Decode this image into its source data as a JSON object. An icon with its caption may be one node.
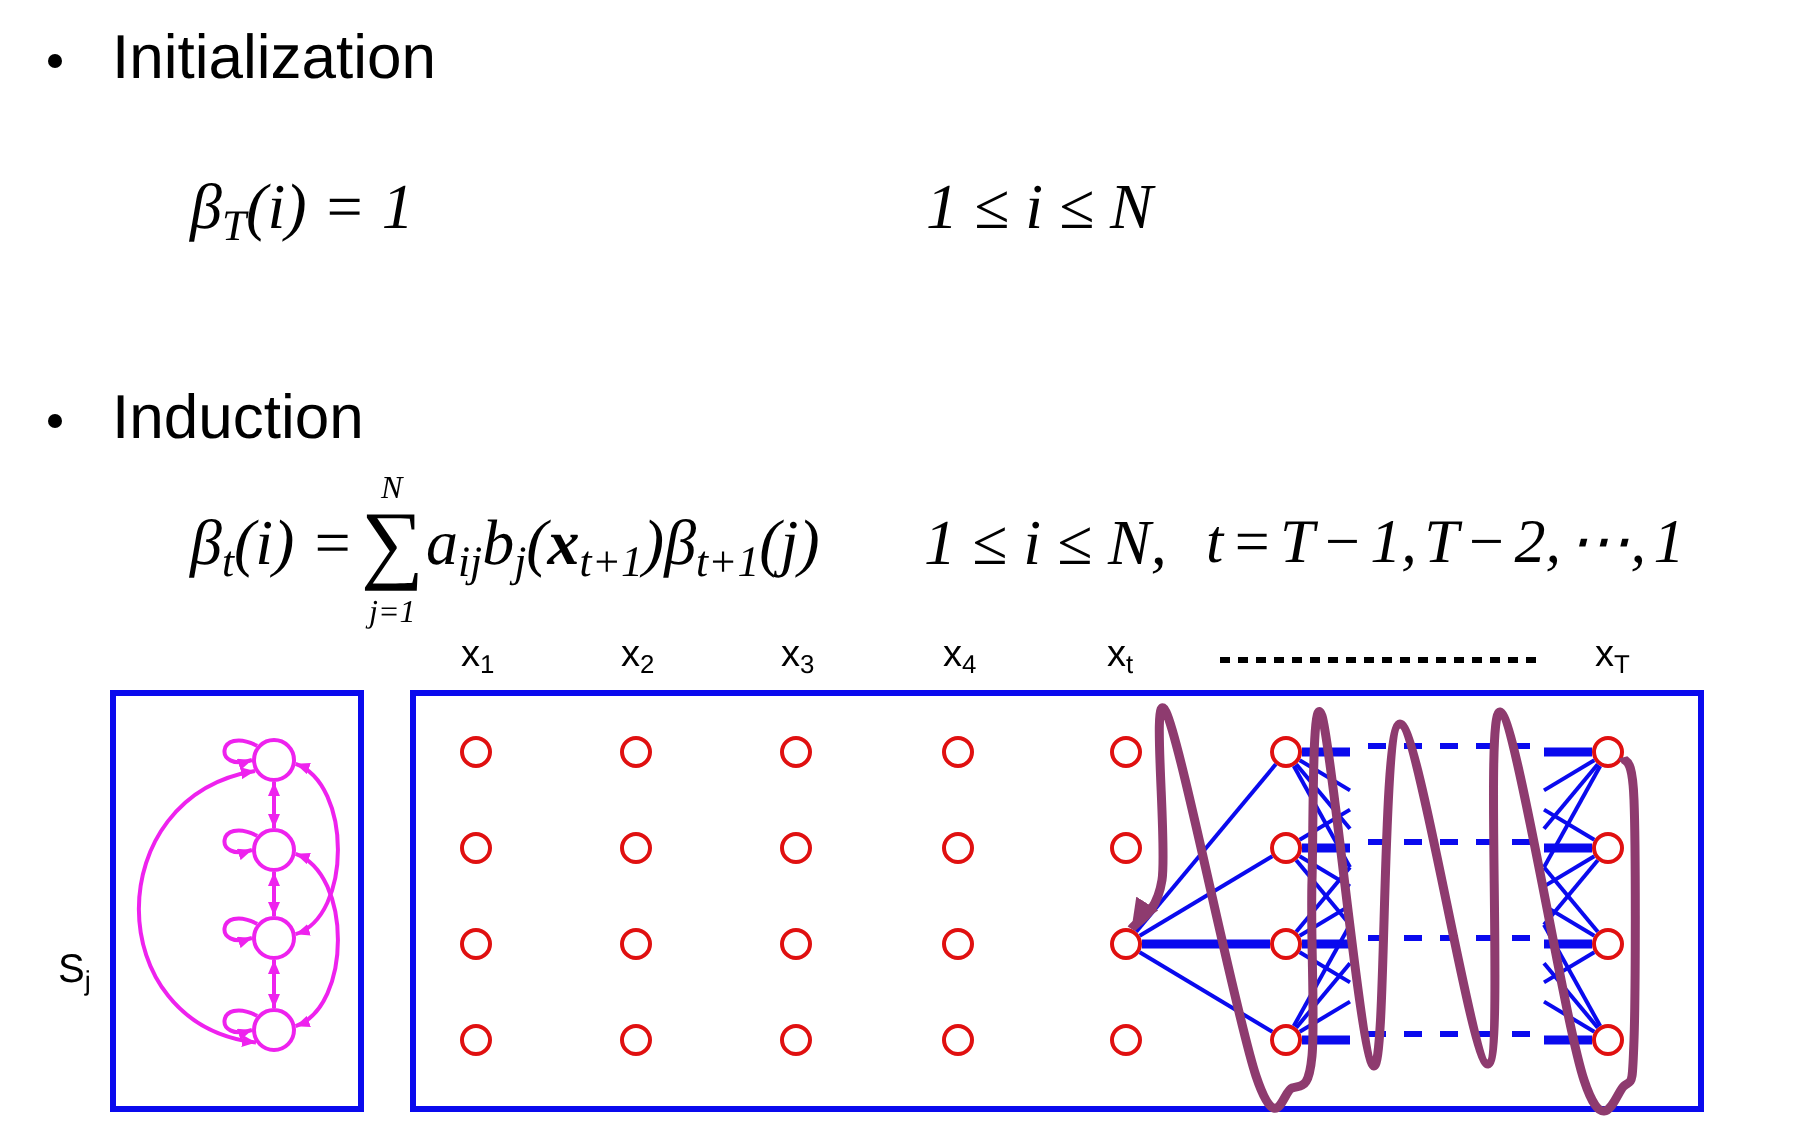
{
  "diagram": {
    "nodes": [
      {
        "text": [],
        "shape": "box"
      },
      {
        "text": [],
        "shape": "circle",
        "in": 0
      },
      {
        "text": [],
        "shape": "circle",
        "in": 0
      },
      {
        "text": [],
        "shape": "circle",
        "in": 0
      },
      {
        "text": [],
        "shape": "circle",
        "in": 0
      },
      {
        "text": [],
        "shape": "box"
      },
      {
        "text": [],
        "shape": "circle",
        "in": 5
      },
      {
        "text": [],
        "shape": "circle",
        "in": 5
      },
      {
        "text": [],
        "shape": "circle",
        "in": 5
      },
      {
        "text": [],
        "shape": "circle",
        "in": 5
      },
      {
        "text": [],
        "shape": "circle",
        "in": 5
      },
      {
        "text": [],
        "shape": "circle",
        "in": 5
      },
      {
        "text": [],
        "shape": "circle",
        "in": 5
      },
      {
        "text": [],
        "shape": "circle",
        "in": 5
      },
      {
        "text": [],
        "shape": "circle",
        "in": 5
      },
      {
        "text": [],
        "shape": "circle",
        "in": 5
      },
      {
        "text": [],
        "shape": "circle",
        "in": 5
      },
      {
        "text": [],
        "shape": "circle",
        "in": 5
      },
      {
        "text": [],
        "shape": "circle",
        "in": 5
      },
      {
        "text": [],
        "shape": "circle",
        "in": 5
      },
      {
        "text": [],
        "shape": "circle",
        "in": 5
      },
      {
        "text": [],
        "shape": "circle",
        "in": 5
      },
      {
        "text": [],
        "shape": "circle",
        "in": 5
      },
      {
        "text": [],
        "shape": "circle",
        "in": 5
      },
      {
        "text": [],
        "shape": "circle",
        "in": 5
      },
      {
        "text": [],
        "shape": "circle",
        "in": 5
      },
      {
        "text": [],
        "shape": "circle",
        "in": 5
      },
      {
        "text": [],
        "shape": "circle",
        "in": 5
      },
      {
        "text": [],
        "shape": "circle",
        "in": 5
      },
      {
        "text": [],
        "shape": "circle",
        "in": 5
      },
      {
        "text": [],
        "shape": "circle",
        "in": 5
      },
      {
        "text": [],
        "shape": "circle",
        "in": 5
      },
      {
        "text": [],
        "shape": "circle",
        "in": 5
      },
      {
        "text": [],
        "shape": "circle",
        "in": 5
      }
    ],
    "edges": [
      {
        "from": 1,
        "to": 1,
        "arrow": "to",
        "color": "#ee22ee"
      },
      {
        "from": 2,
        "to": 2,
        "arrow": "to",
        "color": "#ee22ee"
      },
      {
        "from": 3,
        "to": 3,
        "arrow": "to",
        "color": "#ee22ee"
      },
      {
        "from": 4,
        "to": 4,
        "arrow": "to",
        "color": "#ee22ee"
      },
      {
        "from": 1,
        "to": 2,
        "arrow": "both",
        "color": "#ee22ee"
      },
      {
        "from": 2,
        "to": 3,
        "arrow": "both",
        "color": "#ee22ee"
      },
      {
        "from": 3,
        "to": 4,
        "arrow": "both",
        "color": "#ee22ee"
      },
      {
        "from": 1,
        "to": 4,
        "arrow": "both",
        "color": "#ee22ee"
      },
      {
        "from": 1,
        "to": 3,
        "arrow": "both",
        "color": "#ee22ee"
      },
      {
        "from": 2,
        "to": 4,
        "arrow": "both",
        "color": "#ee22ee"
      },
      {
        "from": 24,
        "to": 26,
        "arrow": "none"
      },
      {
        "from": 24,
        "to": 27,
        "arrow": "none"
      },
      {
        "from": 24,
        "to": 28,
        "arrow": "none",
        "style": "thick"
      },
      {
        "from": 24,
        "to": 29,
        "arrow": "none"
      },
      {
        "from": 26,
        "to": null,
        "arrow": "none",
        "style": "thick"
      },
      {
        "from": 26,
        "to": null,
        "arrow": "none"
      },
      {
        "from": 26,
        "to": null,
        "arrow": "none"
      },
      {
        "from": 26,
        "to": null,
        "arrow": "none"
      },
      {
        "from": 27,
        "to": null,
        "arrow": "none"
      },
      {
        "from": 27,
        "to": null,
        "arrow": "none",
        "style": "thick"
      },
      {
        "from": 27,
        "to": null,
        "arrow": "none"
      },
      {
        "from": 27,
        "to": null,
        "arrow": "none"
      },
      {
        "from": 28,
        "to": null,
        "arrow": "none"
      },
      {
        "from": 28,
        "to": null,
        "arrow": "none"
      },
      {
        "from": 28,
        "to": null,
        "arrow": "none",
        "style": "thick"
      },
      {
        "from": 28,
        "to": null,
        "arrow": "none"
      },
      {
        "from": 29,
        "to": null,
        "arrow": "none"
      },
      {
        "from": 29,
        "to": null,
        "arrow": "none"
      },
      {
        "from": 29,
        "to": null,
        "arrow": "none"
      },
      {
        "from": 29,
        "to": null,
        "arrow": "none",
        "style": "thick"
      },
      {
        "from": null,
        "to": 30,
        "arrow": "none",
        "style": "thick"
      },
      {
        "from": null,
        "to": 30,
        "arrow": "none"
      },
      {
        "from": null,
        "to": 30,
        "arrow": "none"
      },
      {
        "from": null,
        "to": 30,
        "arrow": "none"
      },
      {
        "from": null,
        "to": 31,
        "arrow": "none"
      },
      {
        "from": null,
        "to": 31,
        "arrow": "none",
        "style": "thick"
      },
      {
        "from": null,
        "to": 31,
        "arrow": "none"
      },
      {
        "from": null,
        "to": 31,
        "arrow": "none"
      },
      {
        "from": null,
        "to": 32,
        "arrow": "none"
      },
      {
        "from": null,
        "to": 32,
        "arrow": "none"
      },
      {
        "from": null,
        "to": 32,
        "arrow": "none",
        "style": "thick"
      },
      {
        "from": null,
        "to": 32,
        "arrow": "none"
      },
      {
        "from": null,
        "to": 33,
        "arrow": "none"
      },
      {
        "from": null,
        "to": 33,
        "arrow": "none"
      },
      {
        "from": null,
        "to": 33,
        "arrow": "none"
      },
      {
        "from": null,
        "to": 33,
        "arrow": "none",
        "style": "thick"
      },
      {
        "from": 30,
        "to": 24,
        "arrow": "to",
        "style": "thick",
        "color": "#8e3b6f"
      }
    ],
    "labels": [
      "Initialization",
      "β$_{T}$(i) = 1",
      "1 ≤ i ≤ N",
      "Induction",
      "N",
      "β$_{t}$(i) =",
      "∑",
      "a$_{ij}$b$_{j}$(**x**$_{t+1}$)β$_{t+1}$(j)",
      "1 ≤ i ≤ N,",
      "t = T − 1, T − 2, ⋯, 1",
      "j=1",
      "x$_{1}$",
      "x$_{2}$",
      "x$_{3}$",
      "x$_{4}$",
      "x$_{t}$",
      "x$_{T}$",
      "S$_{j}$"
    ]
  }
}
